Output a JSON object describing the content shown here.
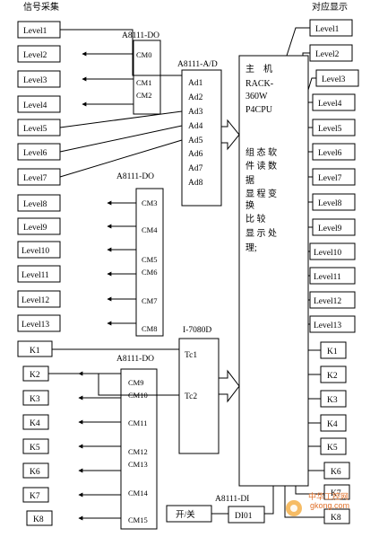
{
  "headers": {
    "left": "信号采集",
    "right": "对应显示"
  },
  "left_levels": [
    "Level1",
    "Level2",
    "Level3",
    "Level4",
    "Level5",
    "Level6",
    "Level7",
    "Level8",
    "Level9",
    "Level10",
    "Level11",
    "Level12",
    "Level13"
  ],
  "right_levels": [
    "Level1",
    "Level2",
    "Level3",
    "Level4",
    "Level5",
    "Level6",
    "Level7",
    "Level8",
    "Level9",
    "Level10",
    "Level11",
    "Level12",
    "Level13"
  ],
  "left_keys": [
    "K1",
    "K2",
    "K3",
    "K4",
    "K5",
    "K6",
    "K7",
    "K8"
  ],
  "right_keys": [
    "K1",
    "K2",
    "K3",
    "K4",
    "K5",
    "K6",
    "K7",
    "K8"
  ],
  "module_do_top": {
    "title": "A8111-DO",
    "labels": [
      "CM0",
      "CM1",
      "CM2"
    ]
  },
  "module_ad": {
    "title": "A8111-A/D",
    "labels": [
      "Ad1",
      "Ad2",
      "Ad3",
      "Ad4",
      "Ad5",
      "Ad6",
      "Ad7",
      "Ad8"
    ]
  },
  "module_do_mid": {
    "title": "A8111-DO",
    "labels": [
      "CM3",
      "CM4",
      "CM5",
      "CM6",
      "CM7",
      "CM8"
    ]
  },
  "module_i7080": {
    "title": "I-7080D",
    "labels": [
      "Tc1",
      "Tc2"
    ]
  },
  "module_do_bottom": {
    "title": "A8111-DO",
    "labels": [
      "CM9",
      "CM10",
      "CM11",
      "CM12",
      "CM13",
      "CM14",
      "CM15"
    ]
  },
  "module_di": {
    "title": "A8111-DI",
    "label": "DI01"
  },
  "switch_label": "开/关",
  "cpu_text": [
    "主　机",
    "RACK-",
    "360W",
    "P4CPU",
    "组 态 软",
    "件 读 数",
    "据",
    "显 程 变",
    "换",
    "比 较",
    "显 示 处",
    "理;"
  ],
  "watermark": {
    "brand": "中华工控网",
    "url": "gkong.com"
  }
}
